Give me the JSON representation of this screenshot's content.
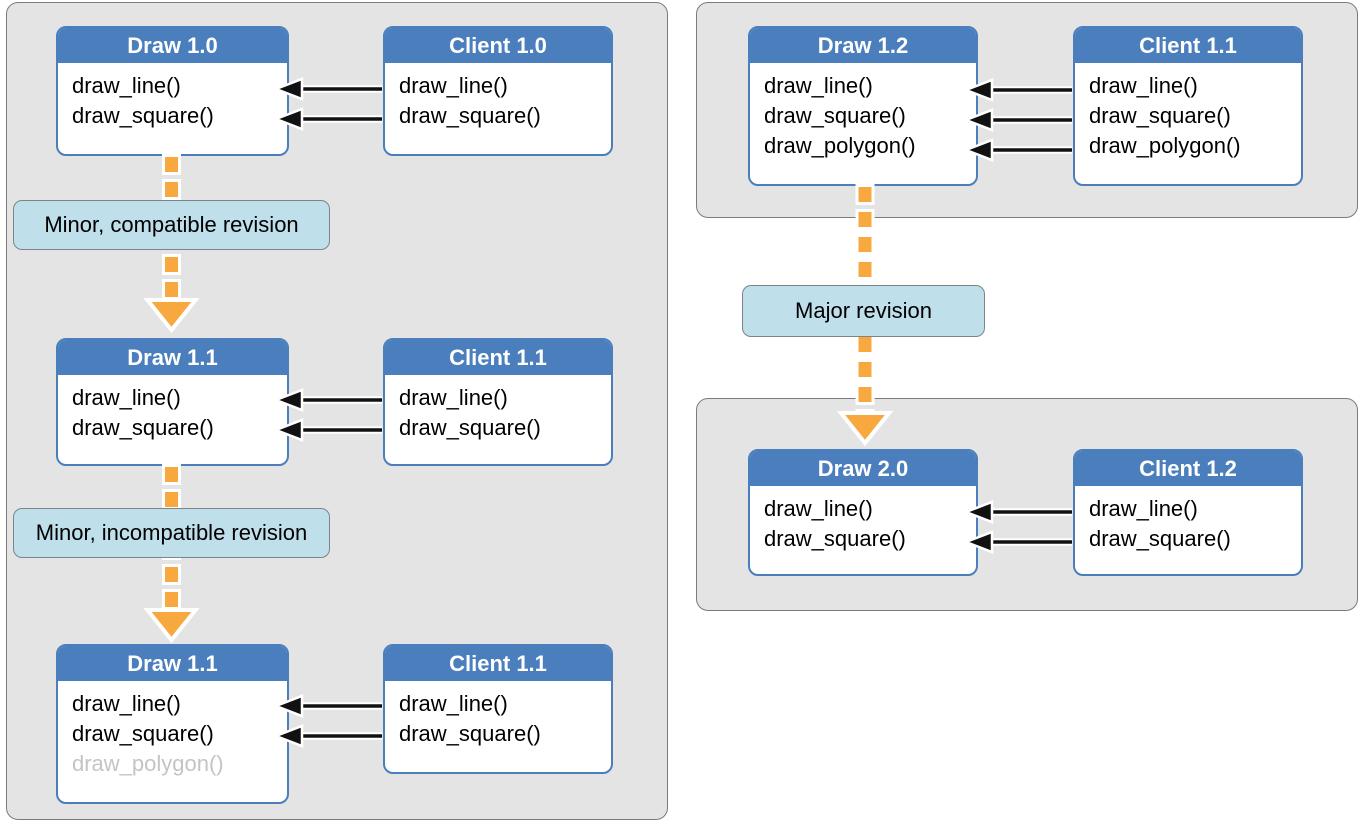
{
  "colors": {
    "page_bg": "#ffffff",
    "panel_bg": "#e4e4e5",
    "panel_border": "#7b7b7b",
    "box_blue": "#4a7ebc",
    "box_bg": "#ffffff",
    "header_text": "#ffffff",
    "text": "#000000",
    "disabled_text": "#c4c4c4",
    "label_bg": "#bfdfeb",
    "label_border": "#7d8488",
    "orange": "#f7a83e",
    "black": "#111111"
  },
  "boxes": {
    "l1_draw": {
      "title": "Draw 1.0",
      "items": [
        "draw_line()",
        "draw_square()"
      ]
    },
    "l1_client": {
      "title": "Client 1.0",
      "items": [
        "draw_line()",
        "draw_square()"
      ]
    },
    "l2_draw": {
      "title": "Draw 1.1",
      "items": [
        "draw_line()",
        "draw_square()"
      ]
    },
    "l2_client": {
      "title": "Client 1.1",
      "items": [
        "draw_line()",
        "draw_square()"
      ]
    },
    "l3_draw": {
      "title": "Draw 1.1",
      "items": [
        "draw_line()",
        "draw_square()",
        "draw_polygon()"
      ]
    },
    "l3_client": {
      "title": "Client 1.1",
      "items": [
        "draw_line()",
        "draw_square()"
      ]
    },
    "r1_draw": {
      "title": "Draw 1.2",
      "items": [
        "draw_line()",
        "draw_square()",
        "draw_polygon()"
      ]
    },
    "r1_client": {
      "title": "Client 1.1",
      "items": [
        "draw_line()",
        "draw_square()",
        "draw_polygon()"
      ]
    },
    "r2_draw": {
      "title": "Draw 2.0",
      "items": [
        "draw_line()",
        "draw_square()"
      ]
    },
    "r2_client": {
      "title": "Client 1.2",
      "items": [
        "draw_line()",
        "draw_square()"
      ]
    }
  },
  "labels": {
    "minor_compatible": "Minor, compatible revision",
    "minor_incompatible": "Minor, incompatible revision",
    "major": "Major revision"
  }
}
